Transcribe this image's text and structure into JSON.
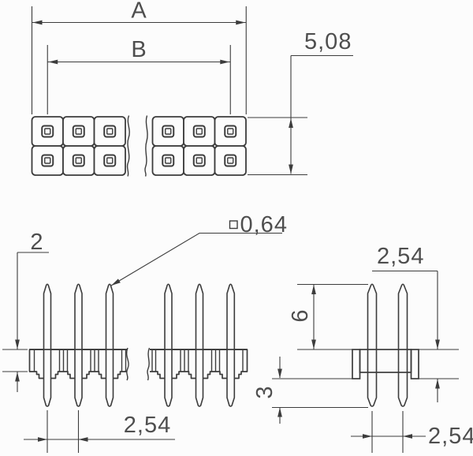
{
  "colors": {
    "background": "#fcfcfc",
    "line": "#3c3c3c",
    "text": "#4e4e4e"
  },
  "top_view": {
    "dim_overall_width": "A",
    "dim_pin_span": "B",
    "dim_body_depth": "5,08",
    "rows": 2,
    "positions_visible": 6
  },
  "side_view": {
    "dim_body_thickness": "2",
    "dim_pin_square": "0,64",
    "dim_pitch": "2,54",
    "pins_visible": 6
  },
  "end_view": {
    "dim_body_height": "2,54",
    "dim_pin_protrusion_top": "6",
    "dim_pin_protrusion_bottom": "3",
    "dim_row_pitch": "2,54",
    "pins_visible": 2
  }
}
